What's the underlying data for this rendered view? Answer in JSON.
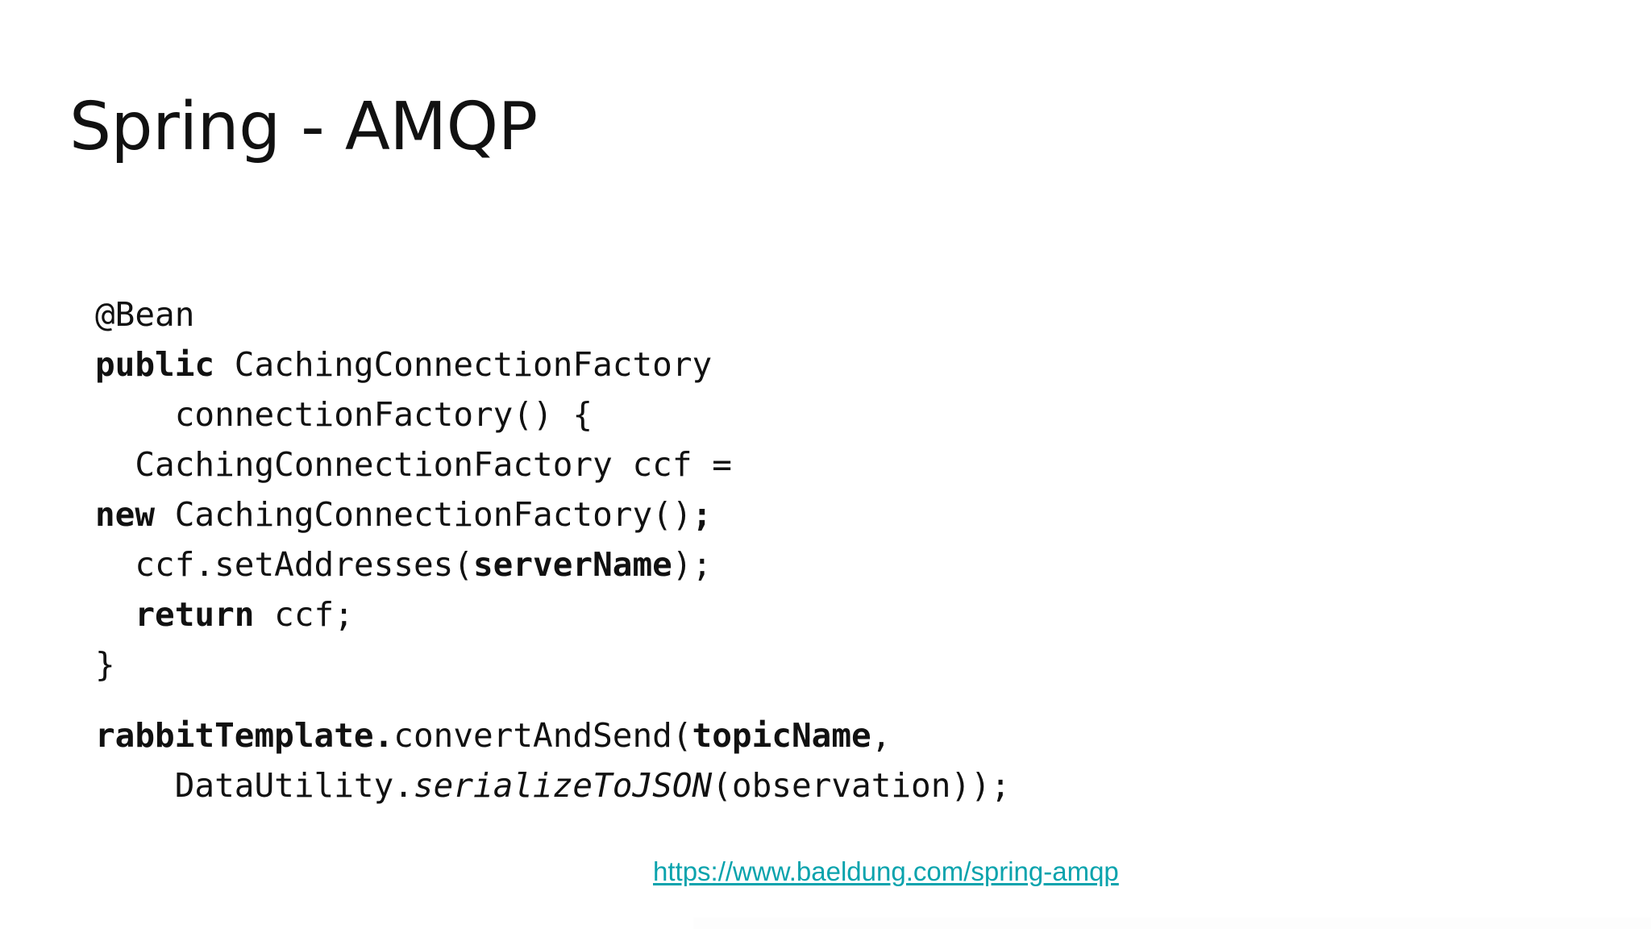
{
  "slide": {
    "title": "Spring - AMQP",
    "background_color": "#ffffff",
    "text_color": "#111111"
  },
  "code": {
    "language": "java",
    "lines": [
      {
        "id": "line-annotation-bean",
        "indent": 0,
        "tokens": [
          {
            "text": "@Bean",
            "style": "normal"
          }
        ],
        "plain": "@Bean"
      },
      {
        "id": "line-public-signature",
        "indent": 0,
        "tokens": [
          {
            "text": "public",
            "style": "bold"
          },
          {
            "text": " CachingConnectionFactory",
            "style": "normal"
          }
        ],
        "plain": "public CachingConnectionFactory"
      },
      {
        "id": "line-method-name",
        "indent": 4,
        "tokens": [
          {
            "text": "    connectionFactory() {",
            "style": "normal"
          }
        ],
        "plain": "    connectionFactory() {"
      },
      {
        "id": "line-declare-ccf",
        "indent": 2,
        "tokens": [
          {
            "text": "  CachingConnectionFactory ccf =",
            "style": "normal"
          }
        ],
        "plain": "  CachingConnectionFactory ccf ="
      },
      {
        "id": "line-new-ccf",
        "indent": 0,
        "tokens": [
          {
            "text": "new",
            "style": "bold"
          },
          {
            "text": " CachingConnectionFactory()",
            "style": "normal"
          },
          {
            "text": ";",
            "style": "bold"
          }
        ],
        "plain": "new CachingConnectionFactory();"
      },
      {
        "id": "line-set-addresses",
        "indent": 2,
        "tokens": [
          {
            "text": "  ccf.setAddresses(",
            "style": "normal"
          },
          {
            "text": "serverName",
            "style": "bold"
          },
          {
            "text": ");",
            "style": "normal"
          }
        ],
        "plain": "  ccf.setAddresses(serverName);"
      },
      {
        "id": "line-return-ccf",
        "indent": 2,
        "tokens": [
          {
            "text": "  ",
            "style": "normal"
          },
          {
            "text": "return",
            "style": "bold"
          },
          {
            "text": " ccf;",
            "style": "normal"
          }
        ],
        "plain": "  return ccf;"
      },
      {
        "id": "line-close-brace",
        "indent": 0,
        "tokens": [
          {
            "text": "}",
            "style": "normal"
          }
        ],
        "plain": "}"
      },
      {
        "id": "line-spacer",
        "indent": 0,
        "spacer": true,
        "tokens": [],
        "plain": ""
      },
      {
        "id": "line-convert-and-send",
        "indent": 0,
        "tokens": [
          {
            "text": "rabbitTemplate.",
            "style": "bold"
          },
          {
            "text": "convertAndSend(",
            "style": "normal"
          },
          {
            "text": "topicName",
            "style": "bold"
          },
          {
            "text": ",",
            "style": "normal"
          }
        ],
        "plain": "rabbitTemplate.convertAndSend(topicName,"
      },
      {
        "id": "line-serialize-json",
        "indent": 4,
        "tokens": [
          {
            "text": "    DataUtility.",
            "style": "normal"
          },
          {
            "text": "serializeToJSON",
            "style": "italic"
          },
          {
            "text": "(observation));",
            "style": "normal"
          }
        ],
        "plain": "    DataUtility.serializeToJSON(observation));"
      }
    ]
  },
  "source": {
    "link_text": "https://www.baeldung.com/spring-amqp",
    "link_color": "#0aa3ad"
  }
}
